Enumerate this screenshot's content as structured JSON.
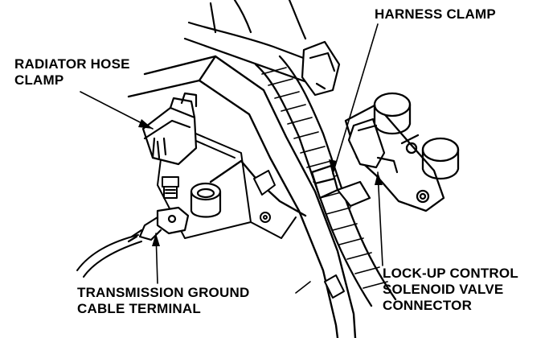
{
  "labels": {
    "radiator_hose_clamp": [
      "RADIATOR HOSE",
      "CLAMP"
    ],
    "harness_clamp": [
      "HARNESS CLAMP"
    ],
    "lockup_control": [
      "LOCK-UP CONTROL",
      "SOLENOID VALVE",
      "CONNECTOR"
    ],
    "transmission_ground": [
      "TRANSMISSION GROUND",
      "CABLE TERMINAL"
    ]
  }
}
